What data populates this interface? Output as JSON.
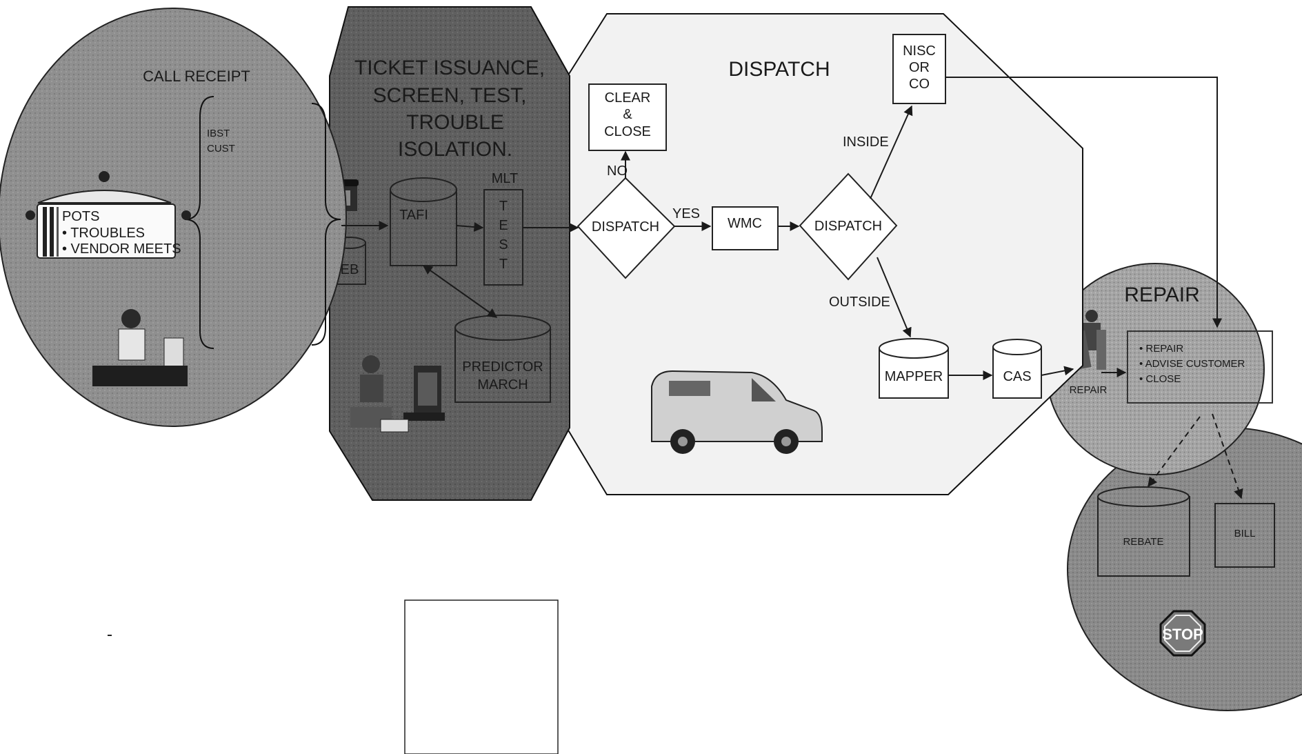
{
  "zones": {
    "call_receipt": "CALL RECEIPT",
    "ticket_issuance": [
      "TICKET ISSUANCE,",
      "SCREEN, TEST,",
      "TROUBLE",
      "ISOLATION."
    ],
    "dispatch": "DISPATCH",
    "repair": "REPAIR"
  },
  "call_receipt": {
    "pot_lines": [
      "POTS",
      "• TROUBLES",
      "• VENDOR MEETS"
    ],
    "bracket_label": [
      "IBST",
      "CUST"
    ]
  },
  "ticket": {
    "eb": "EB",
    "tafi": "TAFI",
    "mlt": "MLT",
    "test_letters": [
      "T",
      "E",
      "S",
      "T"
    ],
    "predictor": [
      "PREDICTOR",
      "MARCH"
    ]
  },
  "dispatch": {
    "clear_close": [
      "CLEAR",
      "&",
      "CLOSE"
    ],
    "no": "NO",
    "yes": "YES",
    "decision1": "DISPATCH",
    "wmc": "WMC",
    "decision2": "DISPATCH",
    "inside": "INSIDE",
    "outside": "OUTSIDE",
    "nisc": [
      "NISC",
      "OR",
      "CO"
    ],
    "mapper": "MAPPER",
    "cas": "CAS"
  },
  "repair": {
    "list": [
      "• REPAIR",
      "• ADVISE CUSTOMER",
      "• CLOSE"
    ],
    "tech_label": "REPAIR"
  },
  "closeout": {
    "rebate": "REBATE",
    "bill": "BILL",
    "stop": "STOP"
  },
  "colors": {
    "ticket_fill": "#5f5f5f",
    "call_fill": "#8f8f8f",
    "repair_fill": "#a4a4a4",
    "closeout_fill": "#8a8a8a",
    "dispatch_fill": "#f2f2f2"
  }
}
